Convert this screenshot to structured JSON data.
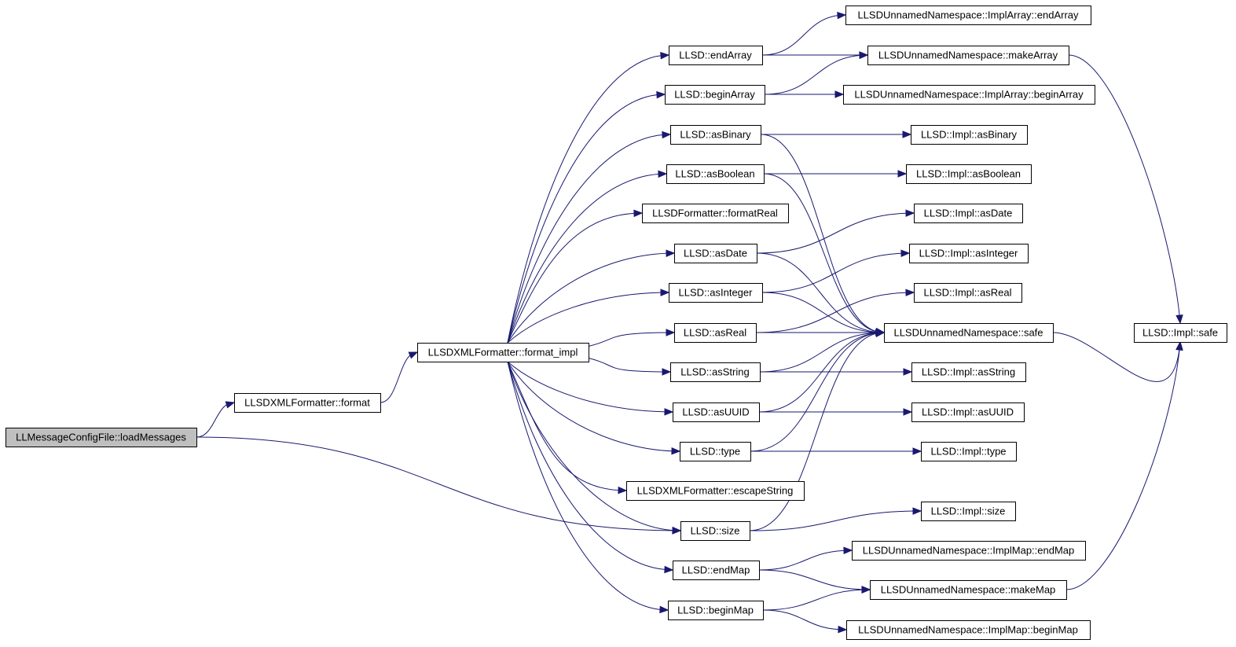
{
  "colors": {
    "edge": "#191970",
    "node_border": "#000000",
    "node_fill": "#ffffff",
    "root_fill": "#bfbfbf",
    "background": "#ffffff"
  },
  "nodes": [
    {
      "id": "loadMessages",
      "label": "LLMessageConfigFile::loadMessages",
      "root": true
    },
    {
      "id": "xmlFormat",
      "label": "LLSDXMLFormatter::format"
    },
    {
      "id": "formatImpl",
      "label": "LLSDXMLFormatter::format_impl"
    },
    {
      "id": "endArray",
      "label": "LLSD::endArray"
    },
    {
      "id": "beginArray",
      "label": "LLSD::beginArray"
    },
    {
      "id": "asBinary",
      "label": "LLSD::asBinary"
    },
    {
      "id": "asBoolean",
      "label": "LLSD::asBoolean"
    },
    {
      "id": "formatReal",
      "label": "LLSDFormatter::formatReal"
    },
    {
      "id": "asDate",
      "label": "LLSD::asDate"
    },
    {
      "id": "asInteger",
      "label": "LLSD::asInteger"
    },
    {
      "id": "asReal",
      "label": "LLSD::asReal"
    },
    {
      "id": "asString",
      "label": "LLSD::asString"
    },
    {
      "id": "asUUID",
      "label": "LLSD::asUUID"
    },
    {
      "id": "type",
      "label": "LLSD::type"
    },
    {
      "id": "escapeString",
      "label": "LLSDXMLFormatter::escapeString"
    },
    {
      "id": "size",
      "label": "LLSD::size"
    },
    {
      "id": "endMap",
      "label": "LLSD::endMap"
    },
    {
      "id": "beginMap",
      "label": "LLSD::beginMap"
    },
    {
      "id": "implArrayEnd",
      "label": "LLSDUnnamedNamespace::ImplArray::endArray"
    },
    {
      "id": "makeArray",
      "label": "LLSDUnnamedNamespace::makeArray"
    },
    {
      "id": "implArrayBegin",
      "label": "LLSDUnnamedNamespace::ImplArray::beginArray"
    },
    {
      "id": "implAsBinary",
      "label": "LLSD::Impl::asBinary"
    },
    {
      "id": "implAsBoolean",
      "label": "LLSD::Impl::asBoolean"
    },
    {
      "id": "implAsDate",
      "label": "LLSD::Impl::asDate"
    },
    {
      "id": "implAsInteger",
      "label": "LLSD::Impl::asInteger"
    },
    {
      "id": "implAsReal",
      "label": "LLSD::Impl::asReal"
    },
    {
      "id": "nsSafe",
      "label": "LLSDUnnamedNamespace::safe"
    },
    {
      "id": "implAsString",
      "label": "LLSD::Impl::asString"
    },
    {
      "id": "implAsUUID",
      "label": "LLSD::Impl::asUUID"
    },
    {
      "id": "implType",
      "label": "LLSD::Impl::type"
    },
    {
      "id": "implSize",
      "label": "LLSD::Impl::size"
    },
    {
      "id": "implMapEnd",
      "label": "LLSDUnnamedNamespace::ImplMap::endMap"
    },
    {
      "id": "makeMap",
      "label": "LLSDUnnamedNamespace::makeMap"
    },
    {
      "id": "implMapBegin",
      "label": "LLSDUnnamedNamespace::ImplMap::beginMap"
    },
    {
      "id": "implSafe",
      "label": "LLSD::Impl::safe"
    }
  ],
  "edges": [
    [
      "loadMessages",
      "xmlFormat"
    ],
    [
      "loadMessages",
      "size"
    ],
    [
      "xmlFormat",
      "formatImpl"
    ],
    [
      "formatImpl",
      "endArray"
    ],
    [
      "formatImpl",
      "beginArray"
    ],
    [
      "formatImpl",
      "asBinary"
    ],
    [
      "formatImpl",
      "asBoolean"
    ],
    [
      "formatImpl",
      "formatReal"
    ],
    [
      "formatImpl",
      "asDate"
    ],
    [
      "formatImpl",
      "asInteger"
    ],
    [
      "formatImpl",
      "asReal"
    ],
    [
      "formatImpl",
      "asString"
    ],
    [
      "formatImpl",
      "asUUID"
    ],
    [
      "formatImpl",
      "type"
    ],
    [
      "formatImpl",
      "escapeString"
    ],
    [
      "formatImpl",
      "size"
    ],
    [
      "formatImpl",
      "endMap"
    ],
    [
      "formatImpl",
      "beginMap"
    ],
    [
      "endArray",
      "implArrayEnd"
    ],
    [
      "endArray",
      "makeArray"
    ],
    [
      "beginArray",
      "makeArray"
    ],
    [
      "beginArray",
      "implArrayBegin"
    ],
    [
      "asBinary",
      "implAsBinary"
    ],
    [
      "asBinary",
      "nsSafe"
    ],
    [
      "asBoolean",
      "implAsBoolean"
    ],
    [
      "asBoolean",
      "nsSafe"
    ],
    [
      "asDate",
      "implAsDate"
    ],
    [
      "asDate",
      "nsSafe"
    ],
    [
      "asInteger",
      "implAsInteger"
    ],
    [
      "asInteger",
      "nsSafe"
    ],
    [
      "asReal",
      "implAsReal"
    ],
    [
      "asReal",
      "nsSafe"
    ],
    [
      "asString",
      "implAsString"
    ],
    [
      "asString",
      "nsSafe"
    ],
    [
      "asUUID",
      "implAsUUID"
    ],
    [
      "asUUID",
      "nsSafe"
    ],
    [
      "type",
      "implType"
    ],
    [
      "type",
      "nsSafe"
    ],
    [
      "size",
      "implSize"
    ],
    [
      "size",
      "nsSafe"
    ],
    [
      "endMap",
      "implMapEnd"
    ],
    [
      "endMap",
      "makeMap"
    ],
    [
      "beginMap",
      "makeMap"
    ],
    [
      "beginMap",
      "implMapBegin"
    ],
    [
      "makeArray",
      "implSafe"
    ],
    [
      "nsSafe",
      "implSafe"
    ],
    [
      "makeMap",
      "implSafe"
    ]
  ]
}
